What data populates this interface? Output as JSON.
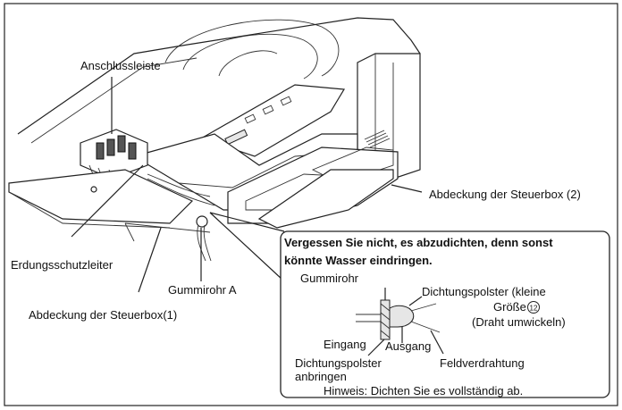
{
  "labels": {
    "terminal_block": "Anschlussleiste",
    "cover_control_box_2": "Abdeckung der Steuerbox (2)",
    "earth_conductor": "Erdungsschutzleiter",
    "rubber_tube_a": "Gummirohr  A",
    "cover_control_box_1": "Abdeckung der Steuerbox(1)"
  },
  "callout": {
    "warning_line1": "Vergessen Sie nicht, es abzudichten, denn sonst",
    "warning_line2": "könnte Wasser eindringen.",
    "rubber_tube": "Gummirohr",
    "seal_pad_small_line1": "Dichtungspolster (kleine",
    "seal_pad_small_line2": "Größe",
    "seal_pad_small_number": "12",
    "seal_pad_small_line3": "(Draht umwickeln)",
    "inlet": "Eingang",
    "outlet": "Ausgang",
    "field_wiring": "Feldverdrahtung",
    "attach_pad_line1": "Dichtungspolster",
    "attach_pad_line2": "anbringen",
    "note": "Hinweis:  Dichten Sie es  vollständig ab."
  }
}
